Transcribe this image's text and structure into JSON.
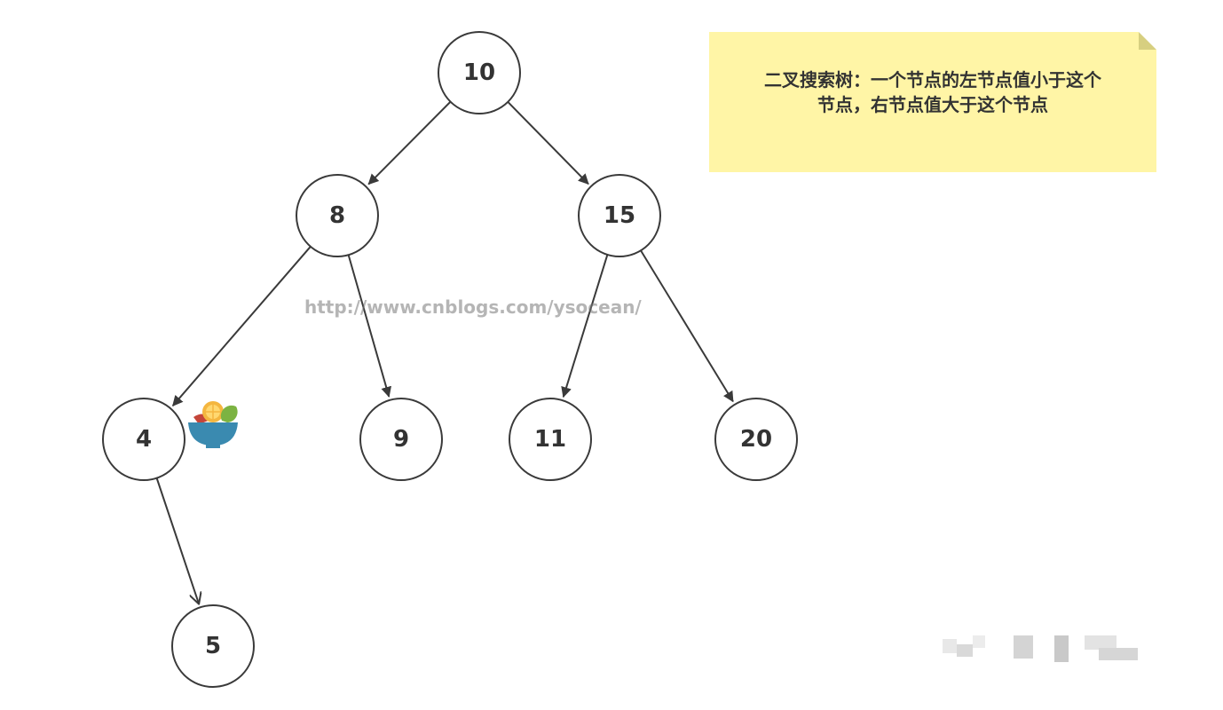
{
  "note": {
    "line1": "二叉搜索树：一个节点的左节点值小于这个",
    "line2": "节点，右节点值大于这个节点"
  },
  "watermark": "http://www.cnblogs.com/ysocean/",
  "tree": {
    "nodes": [
      {
        "id": "n10",
        "label": "10"
      },
      {
        "id": "n8",
        "label": "8"
      },
      {
        "id": "n15",
        "label": "15"
      },
      {
        "id": "n4",
        "label": "4"
      },
      {
        "id": "n9",
        "label": "9"
      },
      {
        "id": "n11",
        "label": "11"
      },
      {
        "id": "n20",
        "label": "20"
      },
      {
        "id": "n5",
        "label": "5"
      }
    ],
    "edges": [
      {
        "from": "n10",
        "to": "n8"
      },
      {
        "from": "n10",
        "to": "n15"
      },
      {
        "from": "n8",
        "to": "n4"
      },
      {
        "from": "n8",
        "to": "n9"
      },
      {
        "from": "n15",
        "to": "n11"
      },
      {
        "from": "n15",
        "to": "n20"
      },
      {
        "from": "n4",
        "to": "n5"
      }
    ]
  },
  "colors": {
    "note_background": "#fff5a6",
    "line": "#3a3a3a"
  },
  "icons": [
    "fruit-bowl-icon"
  ]
}
